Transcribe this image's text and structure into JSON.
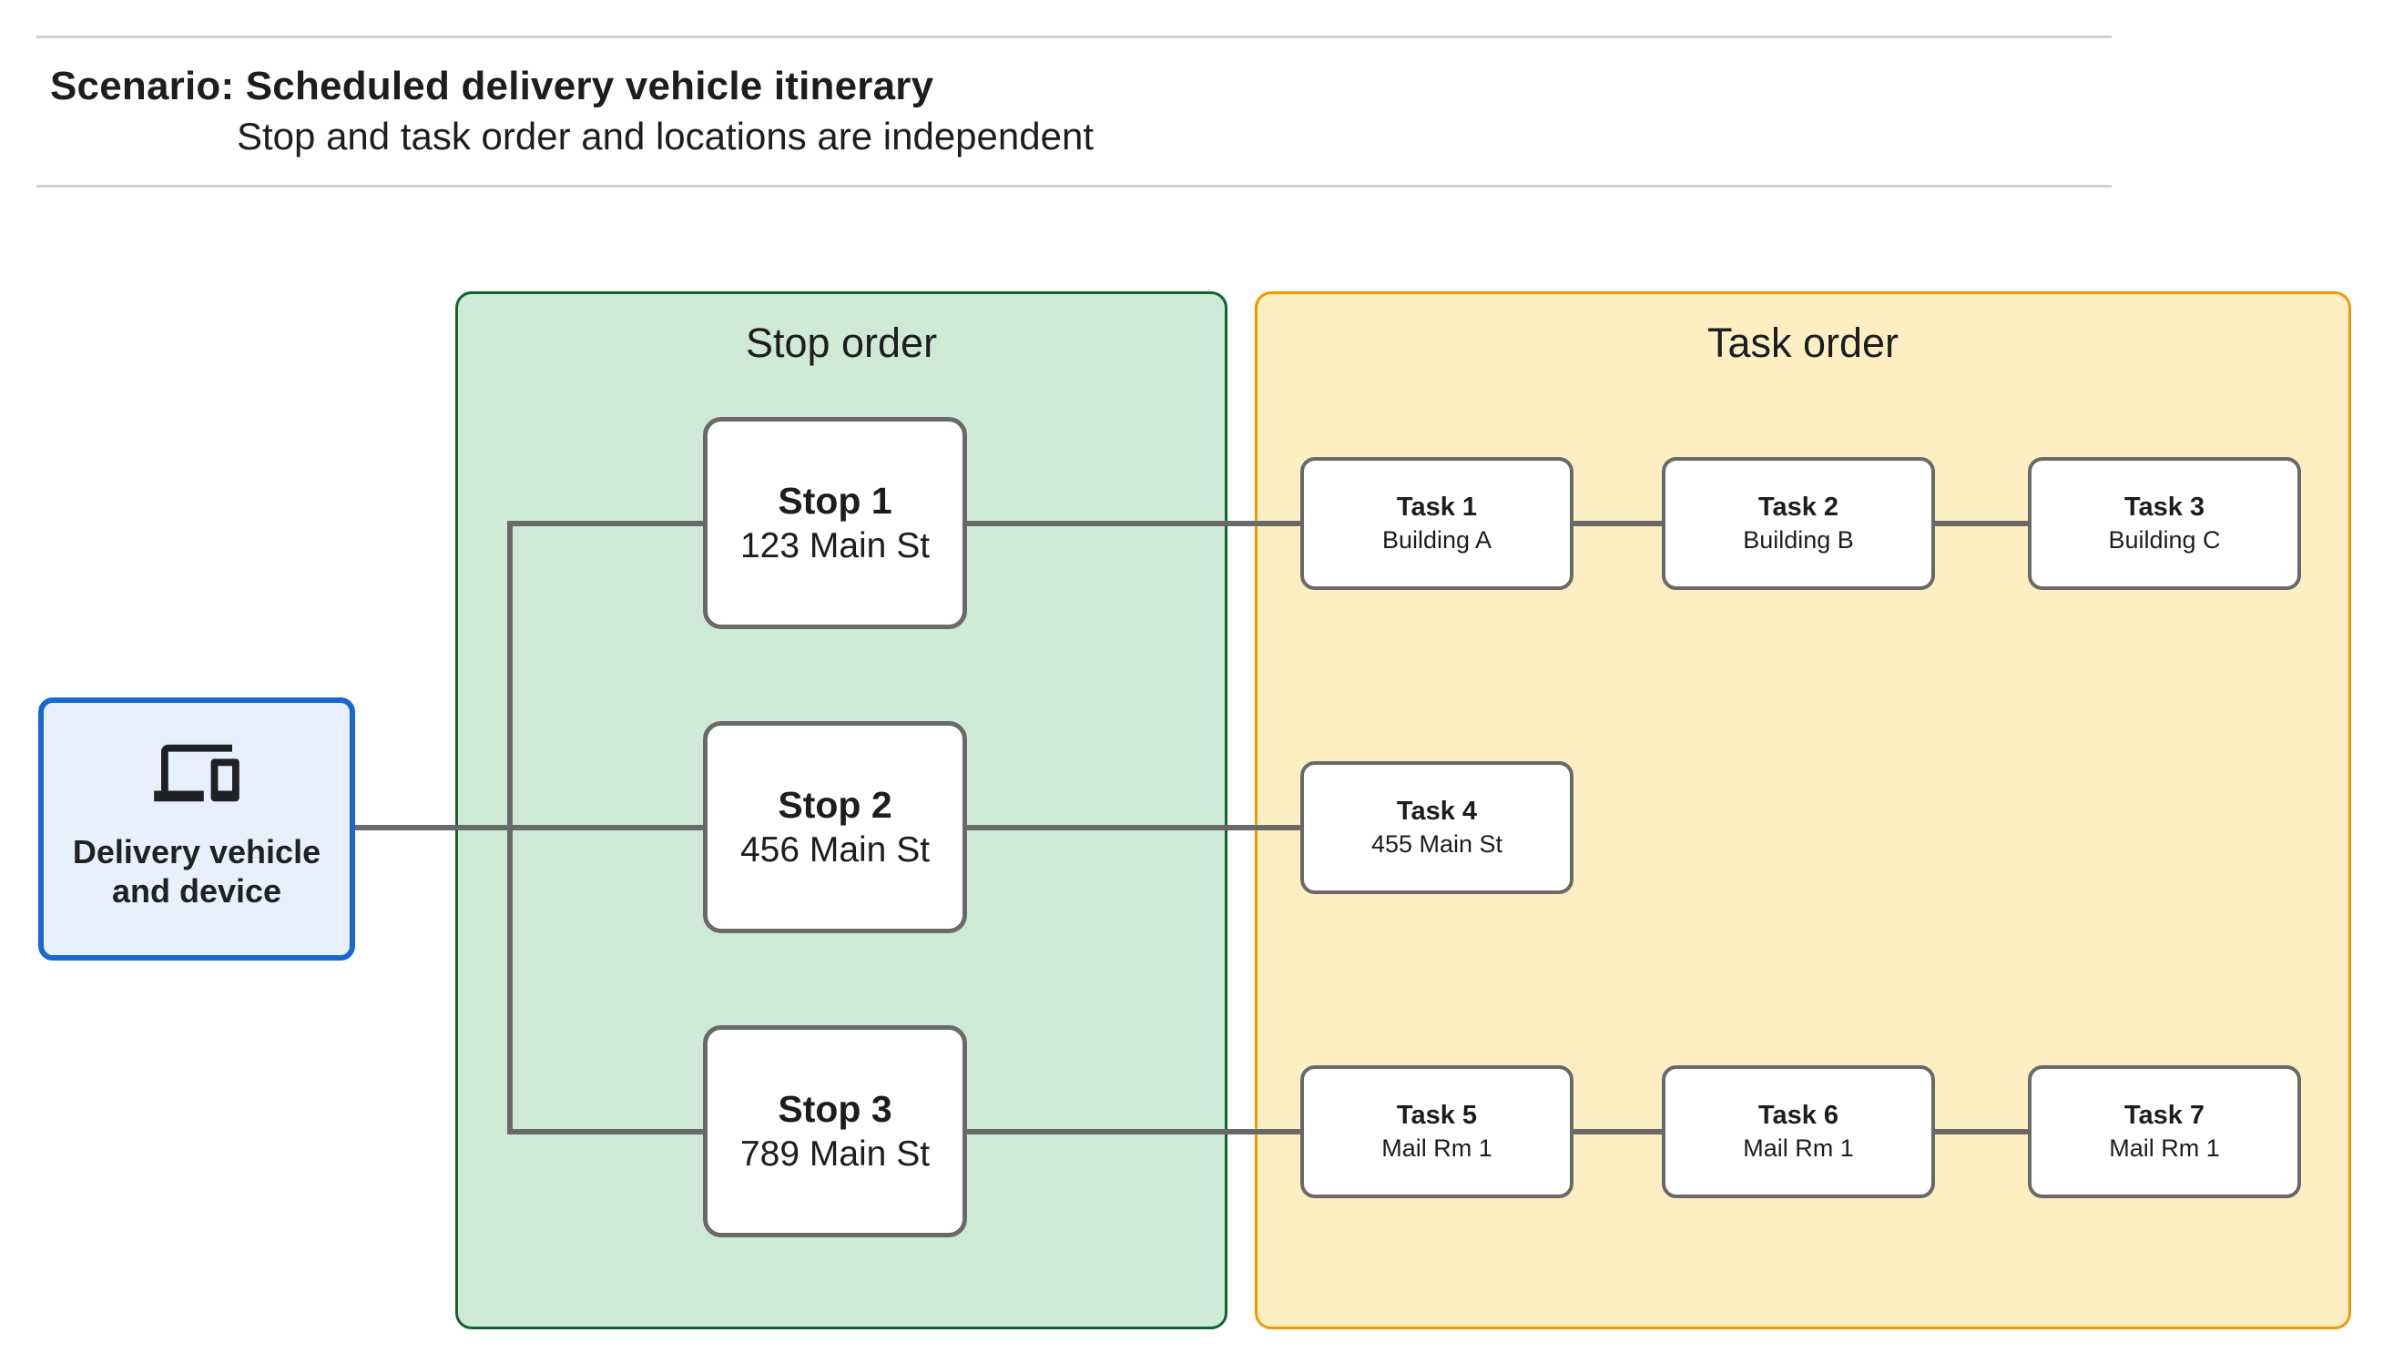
{
  "header": {
    "title": "Scenario: Scheduled delivery vehicle itinerary",
    "subtitle": "Stop and task order and locations are independent"
  },
  "vehicle": {
    "icon": "devices-icon",
    "label_line1": "Delivery vehicle",
    "label_line2": "and device"
  },
  "stop_group": {
    "title": "Stop order",
    "stops": [
      {
        "name": "Stop 1",
        "location": "123 Main St"
      },
      {
        "name": "Stop 2",
        "location": "456 Main St"
      },
      {
        "name": "Stop 3",
        "location": "789 Main St"
      }
    ]
  },
  "task_group": {
    "title": "Task order",
    "tasks": [
      {
        "name": "Task 1",
        "location": "Building A"
      },
      {
        "name": "Task 2",
        "location": "Building B"
      },
      {
        "name": "Task 3",
        "location": "Building C"
      },
      {
        "name": "Task 4",
        "location": "455 Main St"
      },
      {
        "name": "Task 5",
        "location": "Mail Rm 1"
      },
      {
        "name": "Task 6",
        "location": "Mail Rm 1"
      },
      {
        "name": "Task 7",
        "location": "Mail Rm 1"
      }
    ]
  },
  "colors": {
    "blue-border": "#1967D2",
    "blue-fill": "#E8F0FE",
    "green-border": "#0D652D",
    "green-fill": "#CEEAD6",
    "orange-border": "#F29900",
    "yellow-fill": "#FEEFC3",
    "line-gray": "#696969",
    "node-border": "#696969",
    "text": "#1D1D1F"
  }
}
